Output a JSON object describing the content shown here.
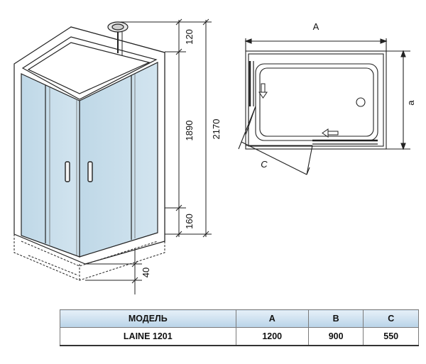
{
  "dimensions": {
    "top_height": "120",
    "panel_height": "1890",
    "total_height": "2170",
    "base_height": "160",
    "foot_height": "40",
    "plan_width_label": "A",
    "plan_depth_label": "a",
    "door_label": "C"
  },
  "table": {
    "headers": [
      "МОДЕЛЬ",
      "A",
      "B",
      "C"
    ],
    "rows": [
      [
        "LAINE 1201",
        "1200",
        "900",
        "550"
      ]
    ]
  },
  "colors": {
    "glass": "#c6dce9",
    "line": "#222222",
    "header_bg": "#c9def0"
  }
}
